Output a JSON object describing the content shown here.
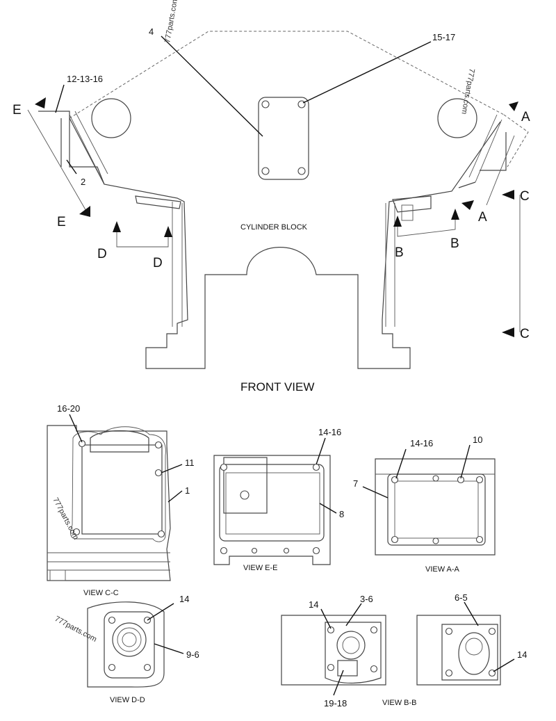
{
  "front_view": {
    "title": "FRONT VIEW",
    "block_label": "CYLINDER BLOCK",
    "callouts": {
      "c4": "4",
      "c15_17": "15-17",
      "c12_13_16": "12-13-16",
      "c2": "2"
    },
    "section_letters": {
      "e_top": "E",
      "e_bottom": "E",
      "a_top": "A",
      "a_bottom": "A",
      "c_top": "C",
      "c_bottom": "C",
      "d_left": "D",
      "d_right": "D",
      "b_left": "B",
      "b_right": "B"
    }
  },
  "views": {
    "cc": {
      "title": "VIEW C-C",
      "callouts": {
        "c16_20": "16-20",
        "c11": "11",
        "c1": "1"
      }
    },
    "ee": {
      "title": "VIEW E-E",
      "callouts": {
        "c14_16": "14-16",
        "c8": "8"
      }
    },
    "aa": {
      "title": "VIEW A-A",
      "callouts": {
        "c14_16": "14-16",
        "c10": "10",
        "c7": "7"
      }
    },
    "dd": {
      "title": "VIEW D-D",
      "callouts": {
        "c14": "14",
        "c9_6": "9-6"
      }
    },
    "bb": {
      "title": "VIEW B-B",
      "callouts": {
        "c14a": "14",
        "c3_6": "3-6",
        "c19_18": "19-18",
        "c6_5": "6-5",
        "c14b": "14"
      }
    }
  },
  "watermarks": {
    "w1": "777parts.com",
    "w2": "777parts.com",
    "w3": "777parts.com",
    "w4": "777parts.com"
  }
}
